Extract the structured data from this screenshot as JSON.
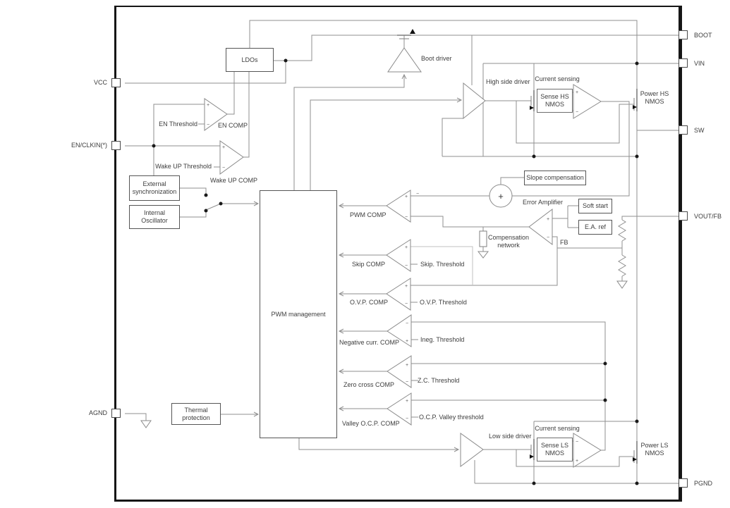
{
  "colors": {
    "wire": "#8f8f8f",
    "wire_light": "#c2c2c2",
    "text": "#3d3d3d",
    "chip_outline": "#161616",
    "background": "#ffffff"
  },
  "diagram": {
    "pins": {
      "left": [
        {
          "label": "VCC"
        },
        {
          "label": "EN/CLKIN(*)"
        },
        {
          "label": "AGND"
        }
      ],
      "right": [
        {
          "label": "BOOT"
        },
        {
          "label": "VIN"
        },
        {
          "label": "SW"
        },
        {
          "label": "VOUT/FB"
        },
        {
          "label": "PGND"
        }
      ]
    },
    "blocks": {
      "ldos": "LDOs",
      "external_sync": "External synchronization",
      "internal_osc": "Internal Oscillator",
      "pwm_mgmt": "PWM management",
      "thermal": "Thermal protection",
      "slope": "Slope compensation",
      "soft_start": "Soft start",
      "ea_ref": "E.A. ref",
      "comp_network": "Compensation network",
      "sense_hs": "Sense HS NMOS",
      "sense_ls": "Sense LS NMOS"
    },
    "drivers": {
      "boot": "Boot driver",
      "high_side": "High side driver",
      "low_side": "Low side driver"
    },
    "amps": {
      "error_amp": "Error Amplifier",
      "current_sensing_hs": "Current sensing",
      "current_sensing_ls": "Current sensing"
    },
    "fets": {
      "power_hs": "Power HS NMOS",
      "power_ls": "Power LS NMOS"
    },
    "comparators": {
      "en": {
        "name": "EN COMP",
        "threshold": "EN Threshold"
      },
      "wake": {
        "name": "Wake UP COMP",
        "threshold": "Wake UP Threshold"
      },
      "pwm": {
        "name": "PWM COMP"
      },
      "skip": {
        "name": "Skip COMP",
        "threshold": "Skip. Threshold"
      },
      "ovp": {
        "name": "O.V.P. COMP",
        "threshold": "O.V.P. Threshold"
      },
      "neg": {
        "name": "Negative curr. COMP",
        "threshold": "Ineg. Threshold"
      },
      "zc": {
        "name": "Zero cross COMP",
        "threshold": "Z.C. Threshold"
      },
      "valley": {
        "name": "Valley O.C.P. COMP",
        "threshold": "O.C.P. Valley threshold"
      }
    },
    "net": {
      "fb": "FB"
    },
    "sym": {
      "plus": "+",
      "minus": "−",
      "sum": "+"
    }
  }
}
